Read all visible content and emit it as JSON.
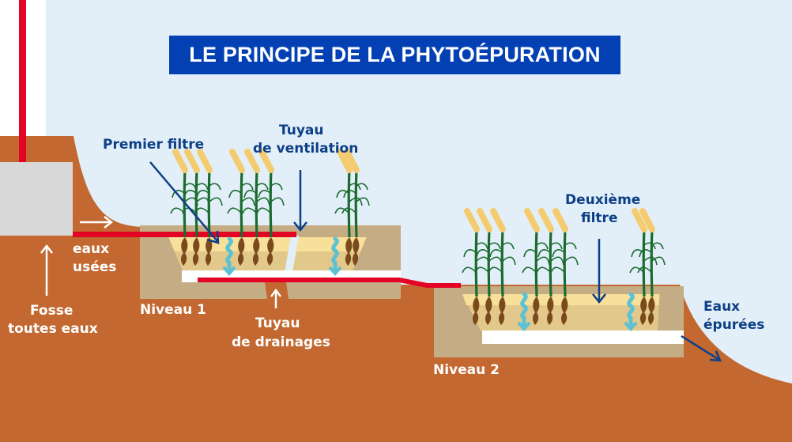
{
  "title": "LE PRINCIPE DE LA PHYTOÉPURATION",
  "labels": {
    "premier_filtre": "Premier filtre",
    "tuyau_ventilation_1": "Tuyau",
    "tuyau_ventilation_2": "de ventilation",
    "eaux_usees_1": "eaux",
    "eaux_usees_2": "usées",
    "fosse_1": "Fosse",
    "fosse_2": "toutes eaux",
    "niveau_1": "Niveau 1",
    "tuyau_drainages_1": "Tuyau",
    "tuyau_drainages_2": "de drainages",
    "deuxieme_filtre_1": "Deuxième",
    "deuxieme_filtre_2": "filtre",
    "niveau_2": "Niveau 2",
    "eaux_epurees_1": "Eaux",
    "eaux_epurees_2": "épurées"
  },
  "colors": {
    "sky": "#e3eff8",
    "soil": "#c26830",
    "basin_wall": "#c4ad84",
    "gravel": "#e2c88a",
    "sand_top": "#f8df9a",
    "pipe_red": "#e30425",
    "drain_white": "#ffffff",
    "water_flow": "#5bc2d6",
    "reed_stem": "#1a6b2f",
    "reed_head": "#f5cb70",
    "root": "#7a4a1c",
    "title_bg": "#0240b4",
    "label_blue": "#0d3f86",
    "tank_grey": "#d8d8d8"
  },
  "icons": [
    "arrow-right-icon",
    "arrow-up-icon",
    "arrow-down-icon",
    "arrow-diagonal-icon",
    "reed-plant-icon",
    "water-flow-icon"
  ]
}
